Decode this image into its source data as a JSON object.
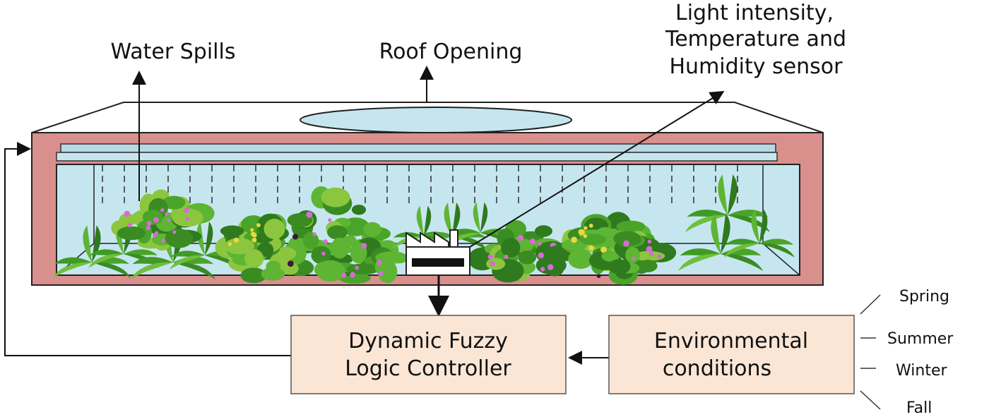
{
  "labels": {
    "water_spills": "Water Spills",
    "roof_opening": "Roof Opening",
    "sensor_line1": "Light intensity,",
    "sensor_line2": "Temperature and",
    "sensor_line3": "Humidity sensor"
  },
  "controller": {
    "line1": "Dynamic Fuzzy",
    "line2": "Logic Controller"
  },
  "environment": {
    "line1": "Environmental",
    "line2": "conditions"
  },
  "seasons": [
    "Spring",
    "Summer",
    "Winter",
    "Fall"
  ],
  "colors": {
    "wall": "#d98f8b",
    "glass": "#c6e6ef",
    "roof_panel": "#b8d8e6",
    "box_fill": "#fbe6d6",
    "plant_dark": "#2f7a1e",
    "plant_mid": "#4aa42a",
    "plant_light": "#8cc63f",
    "flower": "#d86bd8"
  },
  "icons": {
    "sensor": "factory-sensor-icon",
    "plants": "plant-icon"
  }
}
